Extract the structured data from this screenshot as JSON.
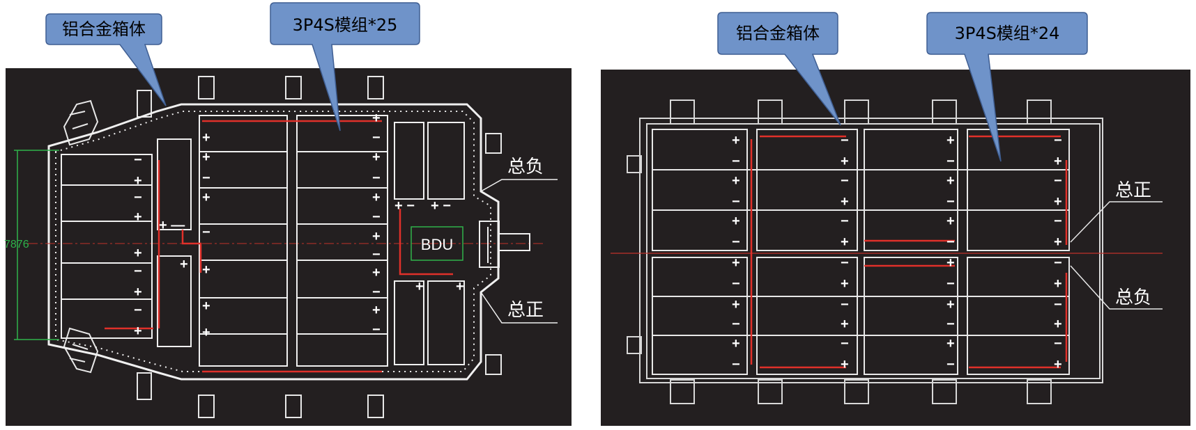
{
  "left": {
    "callout_housing": "铝合金箱体",
    "callout_modules": "3P4S模组*25",
    "bdu_label": "BDU",
    "neg_label": "总负",
    "pos_label": "总正",
    "dimension": "7876"
  },
  "right": {
    "callout_housing": "铝合金箱体",
    "callout_modules": "3P4S模组*24",
    "pos_label": "总正",
    "neg_label": "总负"
  },
  "colors": {
    "panel_bg": "#231f20",
    "callout_fill": "#6f93c9",
    "callout_stroke": "#3f5e92",
    "busbar": "#e0302a",
    "dimension": "#2fb34a",
    "bdu_box": "#2fb34a"
  }
}
